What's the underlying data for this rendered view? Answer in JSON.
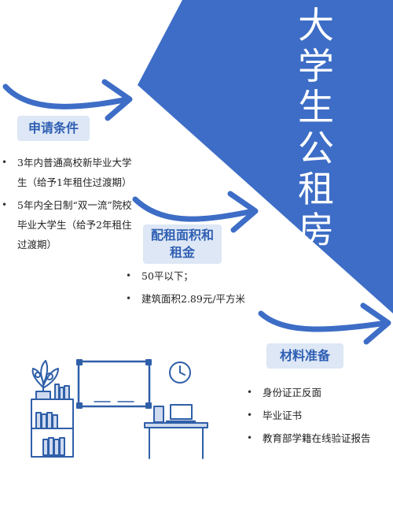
{
  "title": "大学生公租房",
  "title_chars": [
    "大",
    "学",
    "生",
    "公",
    "租",
    "房"
  ],
  "colors": {
    "accent": "#3d6dc6",
    "pill_bg": "#dde7f5",
    "pill_text": "#2f5fb3",
    "illustration": "#2f5fa8"
  },
  "sections": [
    {
      "heading": "申请条件",
      "items": [
        "3年内普通高校新毕业大学生（给予1年租住过渡期）",
        "5年内全日制“双一流”院校毕业大学生（给予2年租住过渡期）"
      ]
    },
    {
      "heading_line1": "配租面积和",
      "heading_line2": "租金",
      "items": [
        "50平以下；",
        "建筑面积2.89元/平方米"
      ]
    },
    {
      "heading": "材料准备",
      "items": [
        "身份证正反面",
        "毕业证书",
        "教育部学籍在线验证报告"
      ]
    }
  ]
}
